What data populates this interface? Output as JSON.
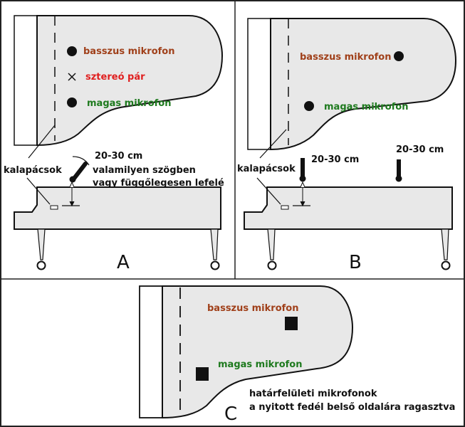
{
  "colors": {
    "bass": "#a0401a",
    "stereo": "#e02020",
    "treble": "#1e7a1e",
    "text": "#111111",
    "piano_fill": "#e8e8e8"
  },
  "panels": {
    "a": {
      "letter": "A",
      "top_view": {
        "bass_label": "basszus mikrofon",
        "stereo_label": "sztereó pár",
        "treble_label": "magas mikrofon"
      },
      "hammers_label": "kalapácsok",
      "distance_label": "20-30 cm",
      "angle_label_1": "valamilyen szögben",
      "angle_label_2": "vagy függőlegesen lefelé"
    },
    "b": {
      "letter": "B",
      "top_view": {
        "bass_label": "basszus mikrofon",
        "treble_label": "magas mikrofon"
      },
      "hammers_label": "kalapácsok",
      "distance_label_1": "20-30 cm",
      "distance_label_2": "20-30 cm"
    },
    "c": {
      "letter": "C",
      "top_view": {
        "bass_label": "basszus mikrofon",
        "treble_label": "magas mikrofon"
      },
      "note_line_1": "határfelületi mikrofonok",
      "note_line_2": "a nyitott fedél belső oldalára ragasztva"
    }
  }
}
